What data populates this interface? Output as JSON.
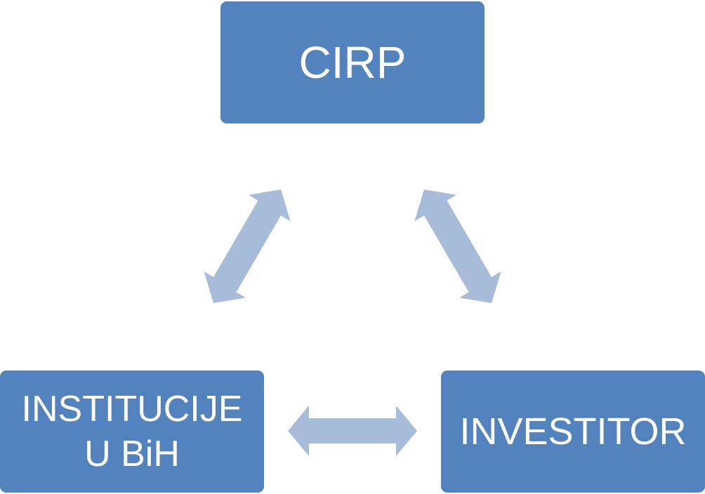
{
  "colors": {
    "box": "#5283bf",
    "arrow": "#a7bcd8",
    "text": "#ffffff"
  },
  "nodes": {
    "cirp": {
      "label": "CIRP"
    },
    "institucije": {
      "line1": "INSTITUCIJE",
      "line2": "U BiH"
    },
    "investitor": {
      "label": "INVESTITOR"
    }
  }
}
